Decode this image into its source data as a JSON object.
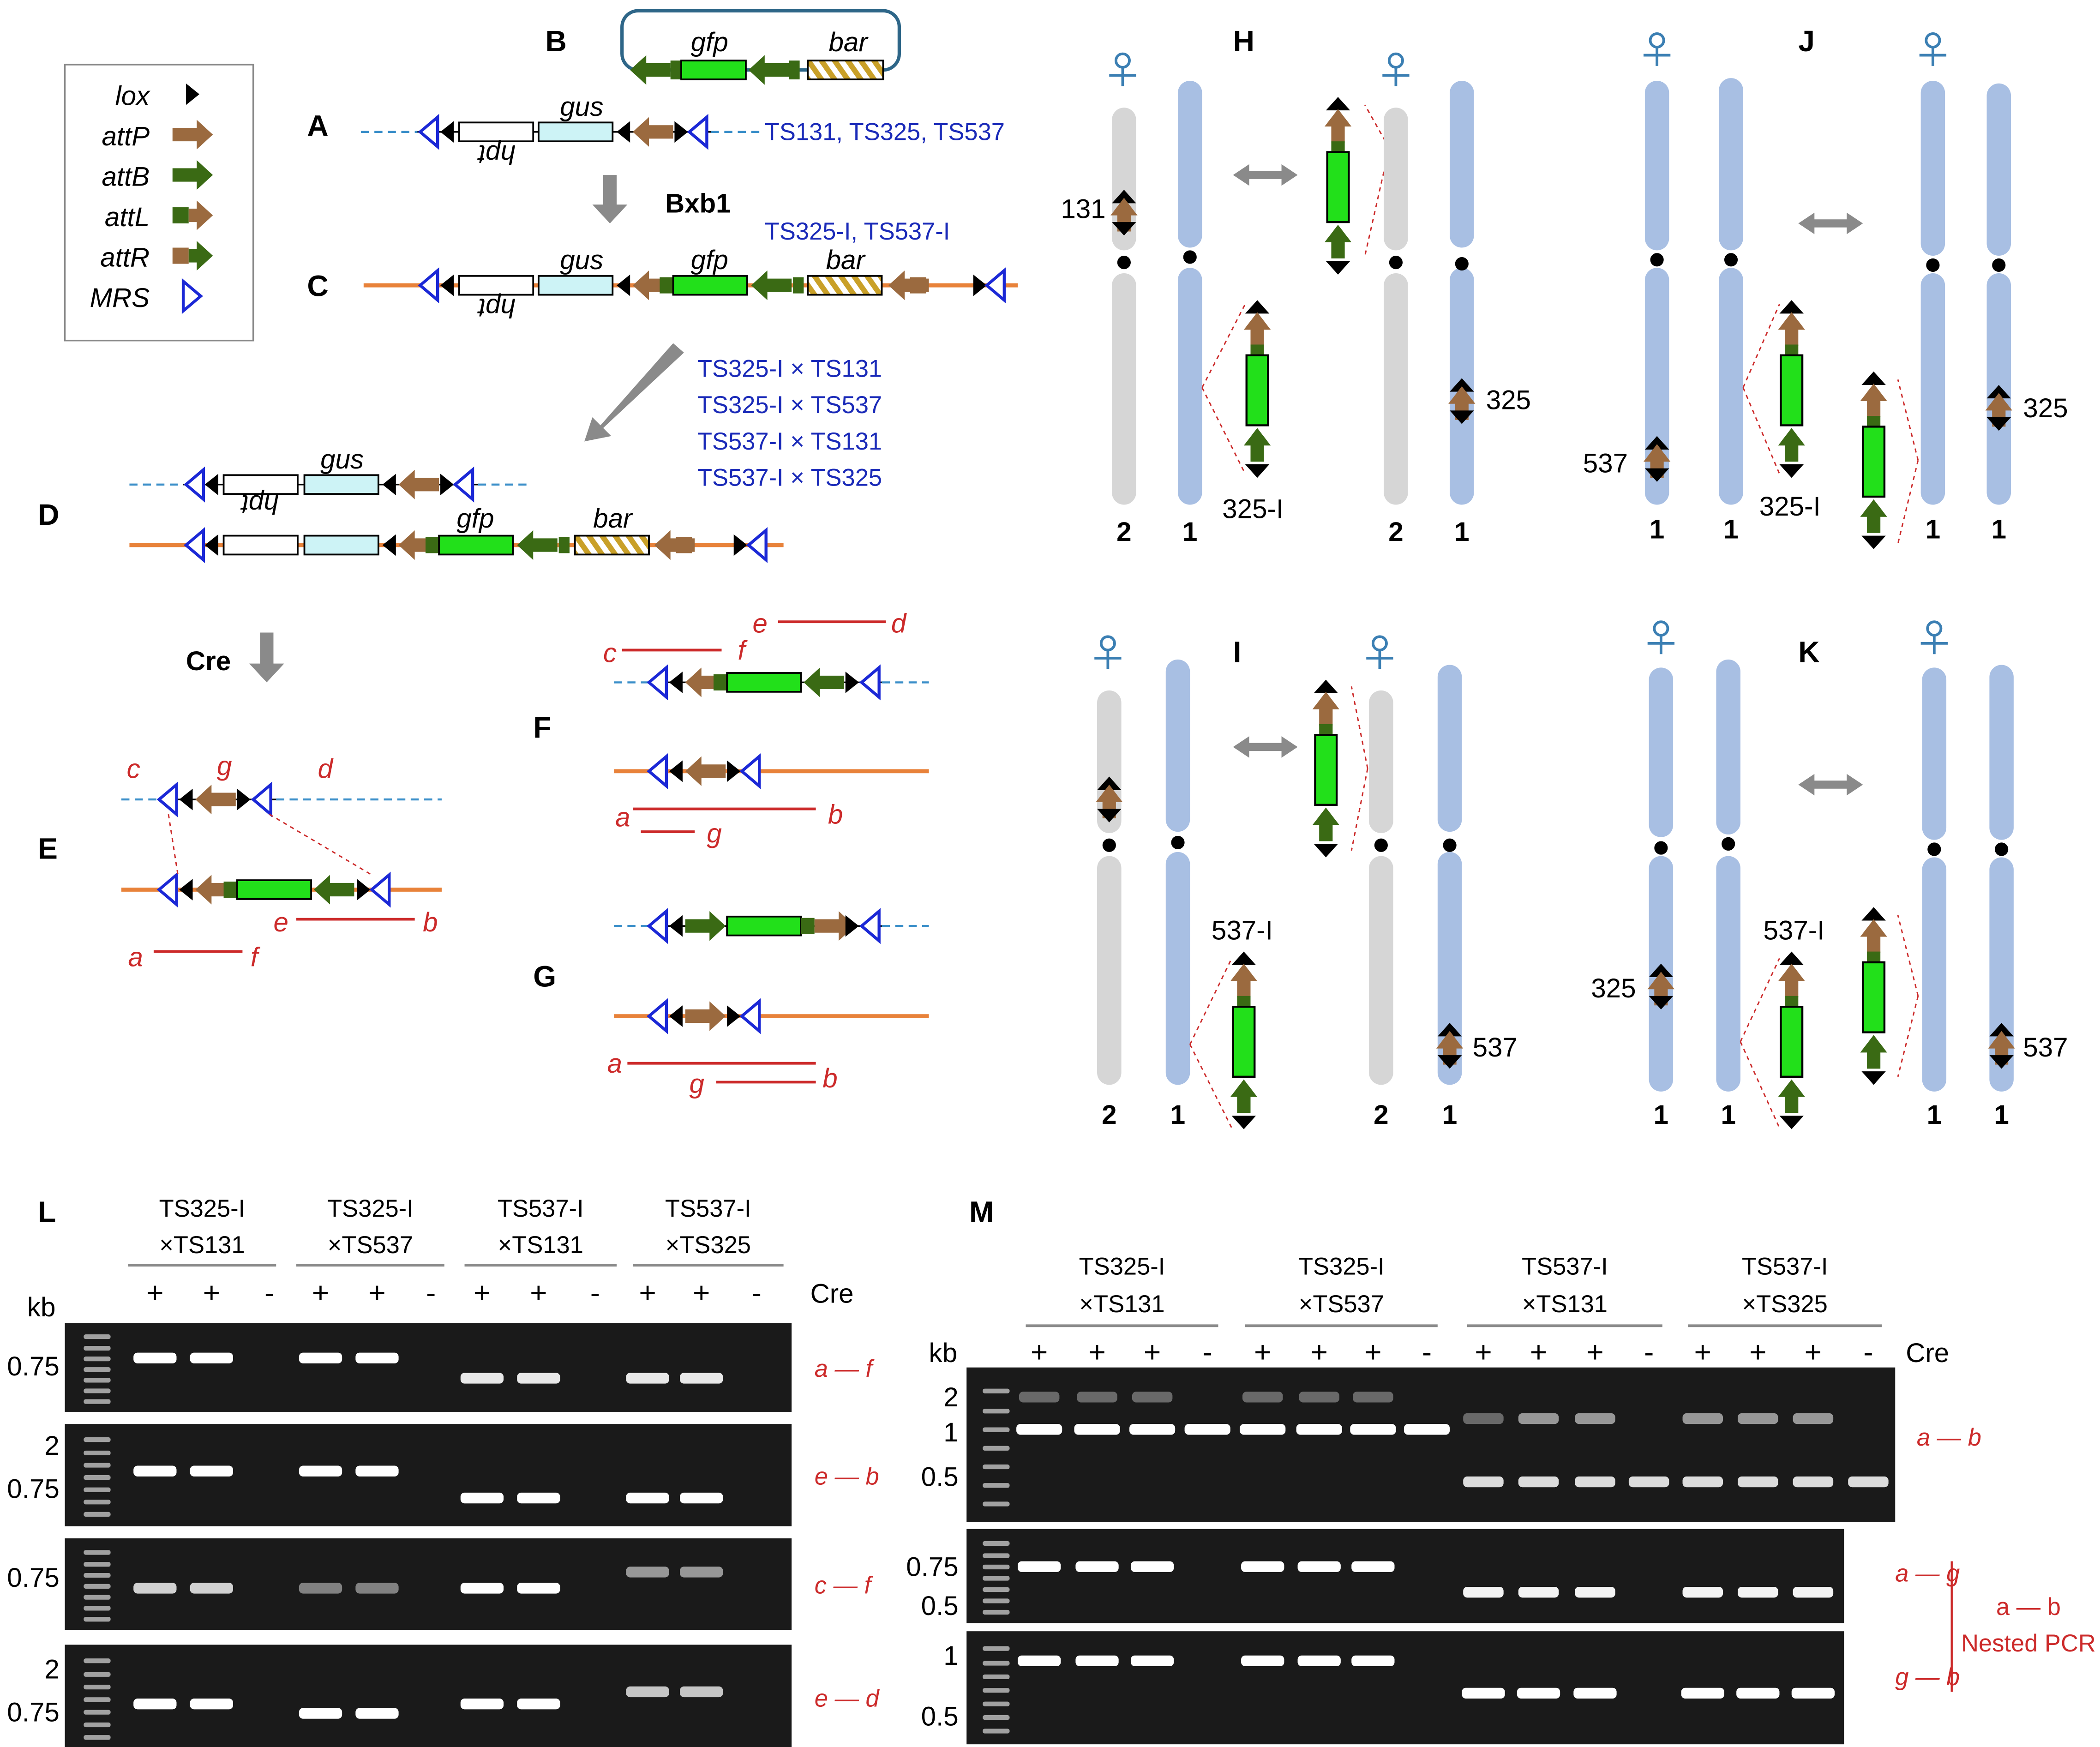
{
  "legend": {
    "items": [
      {
        "label": "lox",
        "icon": "lox-triangle-icon"
      },
      {
        "label": "attP",
        "icon": "attp-arrow-icon"
      },
      {
        "label": "attB",
        "icon": "attb-arrow-icon"
      },
      {
        "label": "attL",
        "icon": "attl-arrow-icon"
      },
      {
        "label": "attR",
        "icon": "attr-arrow-icon"
      },
      {
        "label": "MRS",
        "icon": "mrs-triangle-icon"
      }
    ]
  },
  "panels": {
    "A": "A",
    "B": "B",
    "C": "C",
    "D": "D",
    "E": "E",
    "F": "F",
    "G": "G",
    "H": "H",
    "I": "I",
    "J": "J",
    "K": "K",
    "L": "L",
    "M": "M"
  },
  "genes": {
    "gus": "gus",
    "hpt": "hpt",
    "gfp": "gfp",
    "bar": "bar"
  },
  "construct": {
    "a_lines": "TS131, TS325, TS537",
    "bxb1": "Bxb1",
    "c_lines": "TS325-I, TS537-I",
    "crosses": [
      "TS325-I  × TS131",
      "TS325-I  × TS537",
      "TS537-I  × TS131",
      "TS537-I  × TS325"
    ],
    "cre": "Cre"
  },
  "primers": {
    "a": "a",
    "b": "b",
    "c": "c",
    "d": "d",
    "e": "e",
    "f": "f",
    "g": "g"
  },
  "chromosomes": {
    "h": {
      "left_site": "131",
      "right_site": "325",
      "insert": "325-I",
      "nums": [
        "2",
        "1",
        "2",
        "1"
      ]
    },
    "i": {
      "insert": "537-I",
      "right_site": "537",
      "nums": [
        "2",
        "1",
        "2",
        "1"
      ]
    },
    "j": {
      "left_site": "537",
      "insert": "325-I",
      "right_site": "325",
      "nums": [
        "1",
        "1",
        "1",
        "1"
      ]
    },
    "k": {
      "left_site": "325",
      "insert": "537-I",
      "right_site": "537",
      "nums": [
        "1",
        "1",
        "1",
        "1"
      ]
    }
  },
  "gel_L": {
    "headers": [
      [
        "TS325-I",
        "×TS131"
      ],
      [
        "TS325-I",
        "×TS537"
      ],
      [
        "TS537-I",
        "×TS131"
      ],
      [
        "TS537-I",
        "×TS325"
      ]
    ],
    "lanes": [
      "+",
      "+",
      "-",
      "+",
      "+",
      "-",
      "+",
      "+",
      "-",
      "+",
      "+",
      "-"
    ],
    "cre_label": "Cre",
    "kb_label": "kb",
    "rows": [
      {
        "markers": [
          "0.75"
        ],
        "product": "a — f"
      },
      {
        "markers": [
          "2",
          "0.75"
        ],
        "product": "e — b"
      },
      {
        "markers": [
          "0.75"
        ],
        "product": "c — f"
      },
      {
        "markers": [
          "2",
          "0.75"
        ],
        "product": "e — d"
      }
    ]
  },
  "gel_M": {
    "headers": [
      [
        "TS325-I",
        "×TS131"
      ],
      [
        "TS325-I",
        "×TS537"
      ],
      [
        "TS537-I",
        "×TS131"
      ],
      [
        "TS537-I",
        "×TS325"
      ]
    ],
    "lanes": [
      "+",
      "+",
      "+",
      "-",
      "+",
      "+",
      "+",
      "-",
      "+",
      "+",
      "+",
      "-",
      "+",
      "+",
      "+",
      "-"
    ],
    "cre_label": "Cre",
    "kb_label": "kb",
    "rows": [
      {
        "markers": [
          "2",
          "1",
          "0.5"
        ],
        "product": "a — b"
      },
      {
        "markers": [
          "0.75",
          "0.5"
        ],
        "product": "a — g"
      },
      {
        "markers": [
          "1",
          "0.5"
        ],
        "product": "g — b"
      }
    ],
    "nested": [
      "a — b",
      "Nested PCR"
    ]
  },
  "colors": {
    "attP": "#9b6a3f",
    "attB": "#3a6a14",
    "gfp": "#22e01a",
    "gus": "#cdf3f6",
    "mrs": "#1b28d6",
    "blue_text": "#1a2ab8",
    "red": "#cc2a2a",
    "orange": "#e8823a",
    "chr_gray": "#d6d6d6",
    "chr_blue": "#a8bfe3"
  }
}
